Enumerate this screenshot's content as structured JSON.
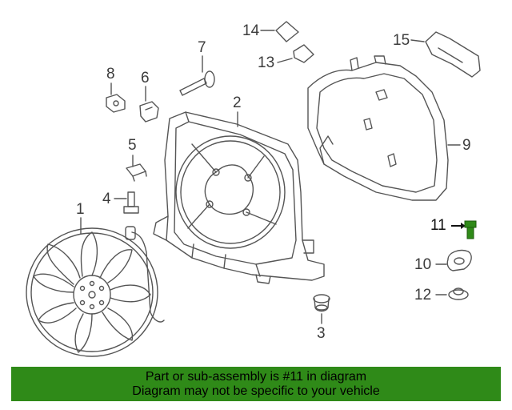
{
  "callouts": {
    "n1": "1",
    "n2": "2",
    "n3": "3",
    "n4": "4",
    "n5": "5",
    "n6": "6",
    "n7": "7",
    "n8": "8",
    "n9": "9",
    "n10": "10",
    "n11": "11",
    "n12": "12",
    "n13": "13",
    "n14": "14",
    "n15": "15"
  },
  "highlight_part": "11",
  "banner": {
    "line1": "Part or sub-assembly is #11 in diagram",
    "line2": "Diagram may not be specific to your vehicle"
  },
  "colors": {
    "line": "#555555",
    "highlight": "#2f8a18",
    "banner_bg": "#2f8a18"
  }
}
